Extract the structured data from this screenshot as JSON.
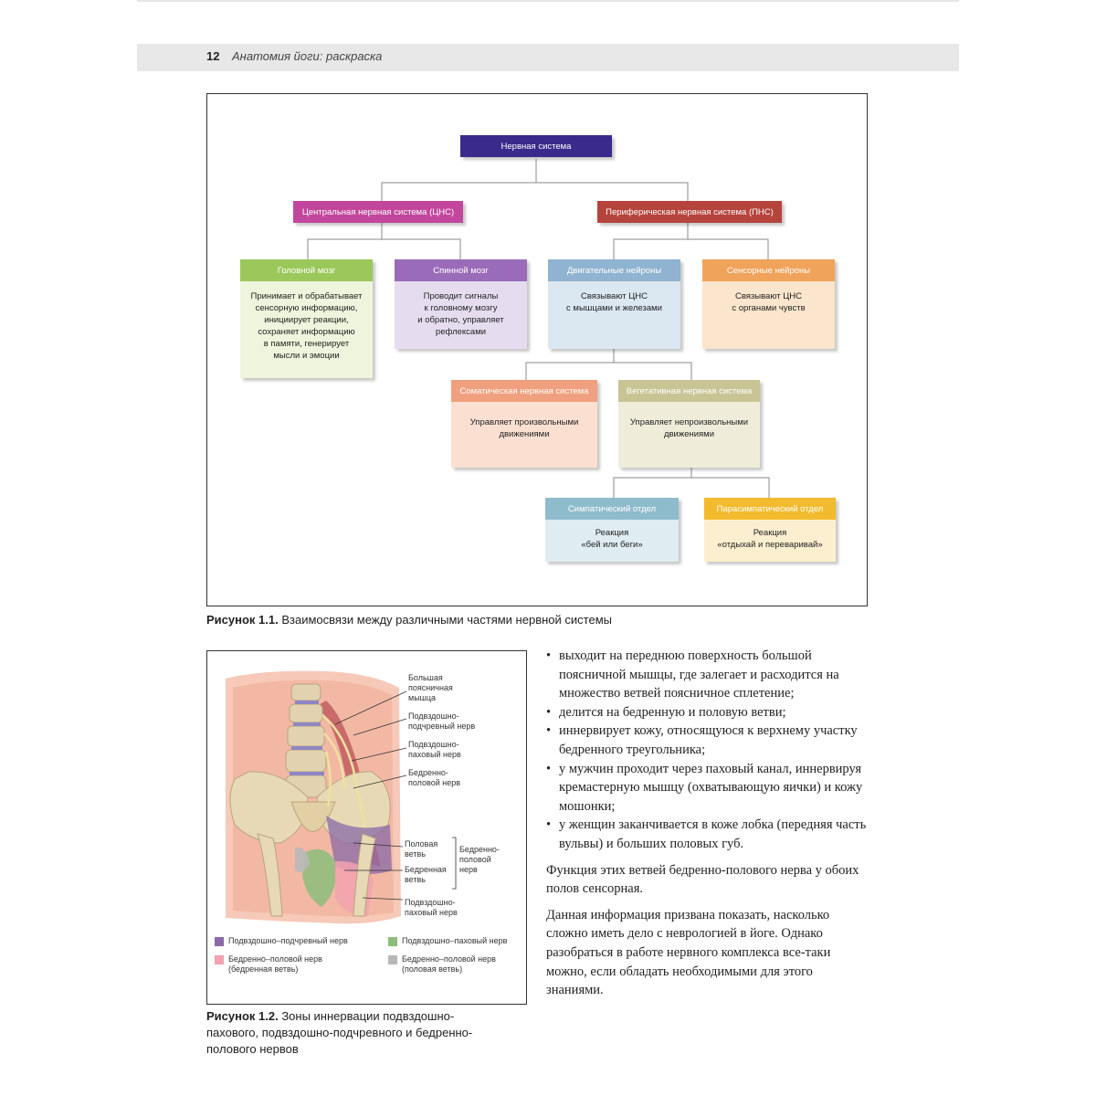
{
  "header": {
    "page_number": "12",
    "book_title": "Анатомия йоги: раскраска"
  },
  "diagram": {
    "root": "Нервная система",
    "cns": "Центральная нервная система (ЦНС)",
    "pns": "Периферическая нервная система (ПНС)",
    "brain": {
      "title": "Головной мозг",
      "text": "Принимает и обрабатывает\nсенсорную информацию,\nинициирует реакции,\nсохраняет информацию\nв памяти, генерирует\nмысли и эмоции"
    },
    "spinal": {
      "title": "Спинной мозг",
      "text": "Проводит сигналы\nк головному мозгу\nи обратно, управляет\nрефлексами"
    },
    "motor": {
      "title": "Двигательные нейроны",
      "text": "Связывают ЦНС\nс мышцами и железами"
    },
    "sensory": {
      "title": "Сенсорные нейроны",
      "text": "Связывают ЦНС\nс органами чувств"
    },
    "somatic": {
      "title": "Соматическая нервная система",
      "text": "Управляет произвольными\nдвижениями"
    },
    "autonomic": {
      "title": "Вегетативная нервная система",
      "text": "Управляет непроизвольными\nдвижениями"
    },
    "sympathetic": {
      "title": "Симпатический отдел",
      "text": "Реакция\n«бей или беги»"
    },
    "parasympathetic": {
      "title": "Парасимпатический отдел",
      "text": "Реакция\n«отдыхай и переваривай»"
    },
    "colors": {
      "root": "#3a2a8c",
      "cns": "#c2479c",
      "pns": "#b5443c",
      "brain_hdr": "#9bc85a",
      "brain_body": "#eef5dc",
      "spinal_hdr": "#9a6bb8",
      "spinal_body": "#e6dcef",
      "motor_hdr": "#8fb3d0",
      "motor_body": "#dbe7f1",
      "sensory_hdr": "#f0a35a",
      "sensory_body": "#fbe5cc",
      "somatic_hdr": "#f0a07e",
      "somatic_body": "#fbe0d2",
      "autonomic_hdr": "#c8c494",
      "autonomic_body": "#efedda",
      "symp_hdr": "#8fbccc",
      "symp_body": "#dfecf1",
      "para_hdr": "#f2bb2e",
      "para_body": "#fcefcf"
    }
  },
  "figure1_caption": {
    "label": "Рисунок 1.1.",
    "text": " Взаимосвязи между различными частями нервной системы"
  },
  "anatomy": {
    "labels": {
      "psoas": "Большая\nпоясничная\nмышца",
      "iliohypogastric": "Подвздошно-\nподчревный нерв",
      "ilioinguinal": "Подвздошно-\nпаховый нерв",
      "genitofemoral": "Бедренно-\nполовой нерв",
      "genital_branch": "Половая\nветвь",
      "femoral_branch": "Бедренная\nветвь",
      "genitofemoral_group": "Бедренно-\nполовой\nнерв",
      "ilioinguinal_bottom": "Подвздошно-\nпаховый нерв"
    },
    "legend": [
      {
        "text": "Подвздошно–подчревный нерв",
        "color": "#8a6aa8"
      },
      {
        "text": "Подвздошно–паховый нерв",
        "color": "#8cbd7c"
      },
      {
        "text": "Бедренно–половой нерв\n(бедренная ветвь)",
        "color": "#f2a2b0"
      },
      {
        "text": "Бедренно–половой нерв\n(половая ветвь)",
        "color": "#b8b8b8"
      }
    ]
  },
  "figure2_caption": {
    "label": "Рисунок 1.2.",
    "text": " Зоны иннервации подвздошно-\nпахового, подвздошно-подчревного и бедренно-\nполового нервов"
  },
  "body_text": {
    "bullets": [
      "выходит на переднюю поверхность большой поясничной мышцы, где залегает и расходится на множество ветвей поясничное сплетение;",
      "делится на бедренную и половую ветви;",
      "иннервирует кожу, относящуюся к верхнему участку бедренного треугольника;",
      "у мужчин проходит через паховый канал, иннервируя кремастерную мышцу (охватывающую яички) и кожу мошонки;",
      "у женщин заканчивается в коже лобка (передняя часть вульвы) и больших половых губ."
    ],
    "para1": "Функция этих ветвей бедренно-полового нерва у обоих полов сенсорная.",
    "para2": "Данная информация призвана показать, насколько сложно иметь дело с неврологией в йоге. Однако разобраться в работе нервного комплекса все-таки можно, если обладать необходимыми для этого знаниями."
  }
}
